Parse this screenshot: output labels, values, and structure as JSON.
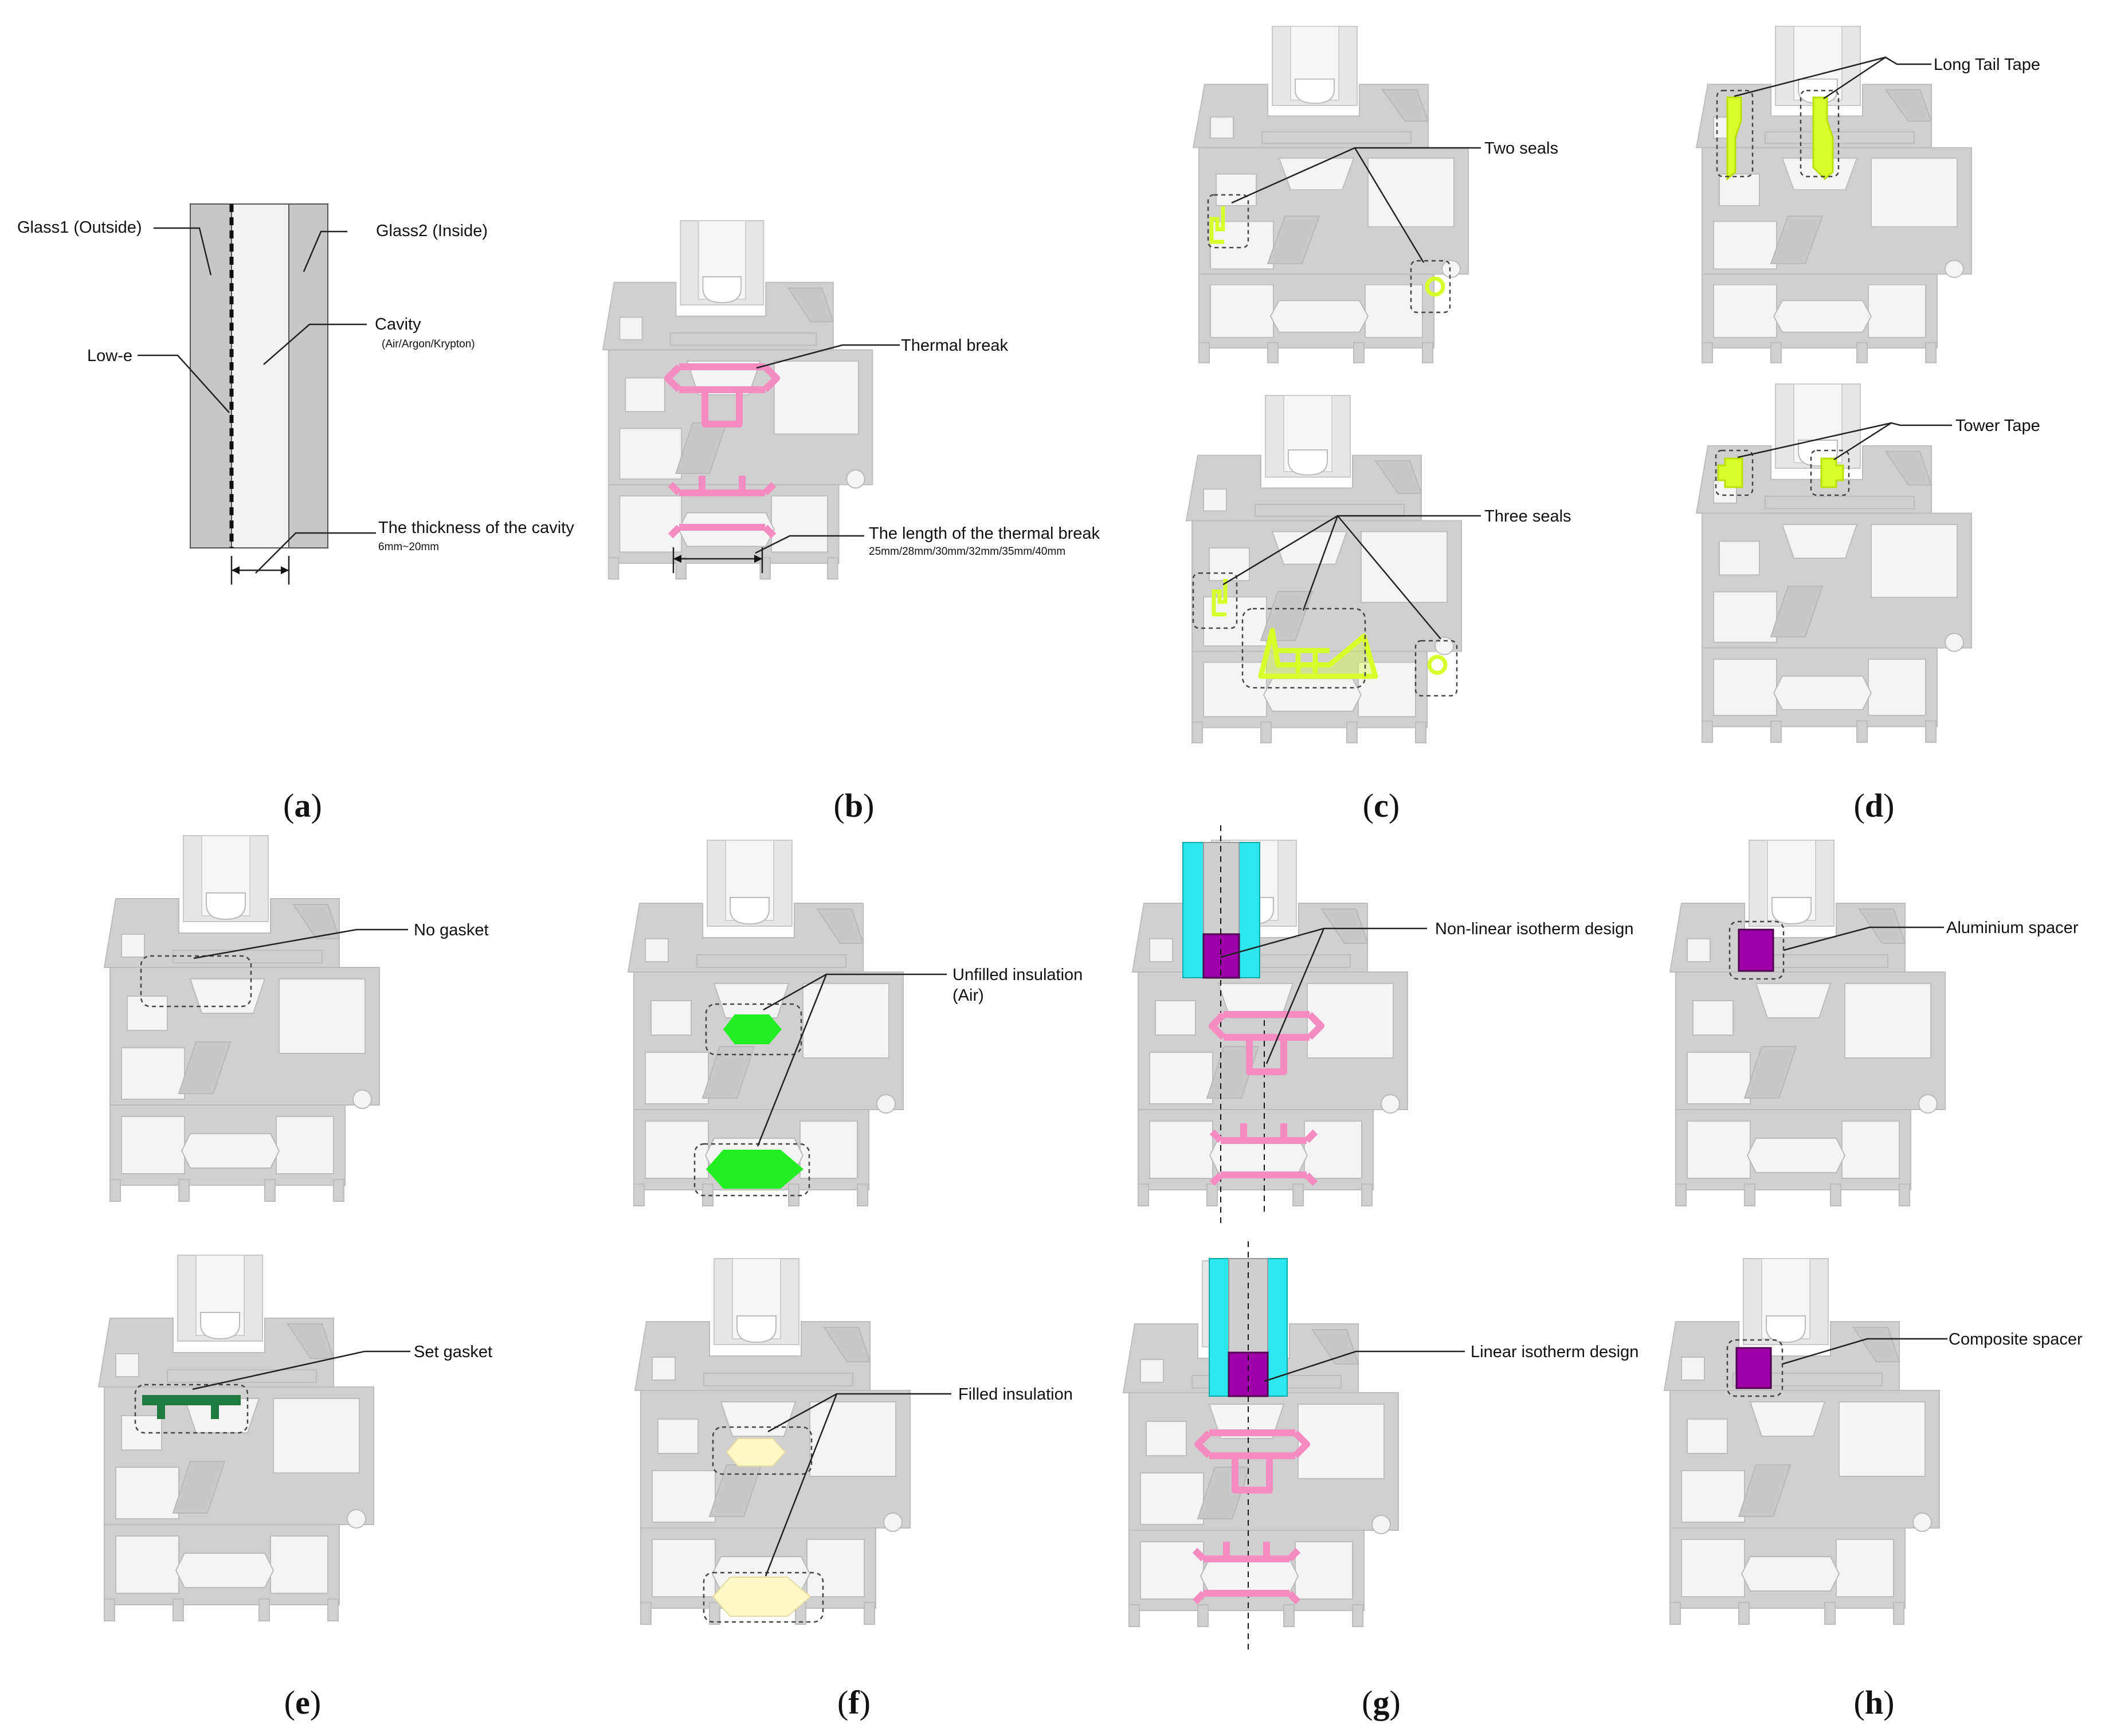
{
  "panels": {
    "a": {
      "caption": "a",
      "glass1": "Glass1 (Outside)",
      "glass2": "Glass2 (Inside)",
      "lowe": "Low-e",
      "cavity": "Cavity",
      "cavity_gas": "(Air/Argon/Krypton)",
      "thickness": "The thickness of the cavity",
      "thickness_range": "6mm~20mm"
    },
    "b": {
      "caption": "b",
      "thermal_break": "Thermal break",
      "length": "The length of the thermal break",
      "length_range": "25mm/28mm/30mm/32mm/35mm/40mm"
    },
    "c": {
      "caption": "c",
      "two_seals": "Two seals",
      "three_seals": "Three seals"
    },
    "d": {
      "caption": "d",
      "long_tail": "Long Tail Tape",
      "tower": "Tower Tape"
    },
    "e": {
      "caption": "e",
      "no_gasket": "No gasket",
      "set_gasket": "Set gasket"
    },
    "f": {
      "caption": "f",
      "unfilled": "Unfilled insulation",
      "unfilled_air": "(Air)",
      "filled": "Filled insulation"
    },
    "g": {
      "caption": "g",
      "nonlinear": "Non-linear isotherm design",
      "linear": "Linear isotherm design"
    },
    "h": {
      "caption": "h",
      "aluminium": "Aluminium spacer",
      "composite": "Composite spacer"
    }
  },
  "colors": {
    "frame": "#d0d0d0",
    "thermal_break": "#f58bbf",
    "seal": "#d7ff2a",
    "gasket": "#1e7a3e",
    "unfilled_insulation": "#22ee22",
    "filled_insulation": "#fff8c8",
    "glass_edge": "#2ee6ee",
    "spacer": "#a000a8"
  }
}
